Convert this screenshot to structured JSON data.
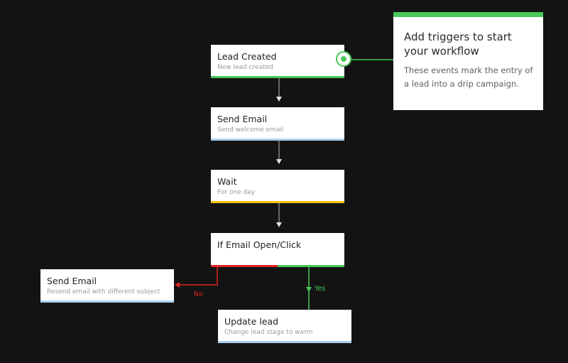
{
  "nodes": {
    "lead_created": {
      "title": "Lead Created",
      "subtitle": "New lead created"
    },
    "send_email": {
      "title": "Send Email",
      "subtitle": "Send welcome email"
    },
    "wait": {
      "title": "Wait",
      "subtitle": "For one day"
    },
    "if_email": {
      "title": "If Email Open/Click"
    },
    "resend_email": {
      "title": "Send Email",
      "subtitle": "Resend email with different subject"
    },
    "update_lead": {
      "title": "Update lead",
      "subtitle": "Change lead stage to warm"
    }
  },
  "branches": {
    "no_label": "No",
    "yes_label": "Yes"
  },
  "tooltip": {
    "title": "Add triggers to start your workflow",
    "body": "These events mark the entry of a lead into a drip campaign."
  },
  "colors": {
    "background": "#141313",
    "trigger_green": "#48c85a",
    "action_blue": "#a8d0f0",
    "wait_yellow": "#f2c314",
    "no_red": "#e02424",
    "yes_green": "#48c85a",
    "connector_gray": "#bdbdbd"
  }
}
